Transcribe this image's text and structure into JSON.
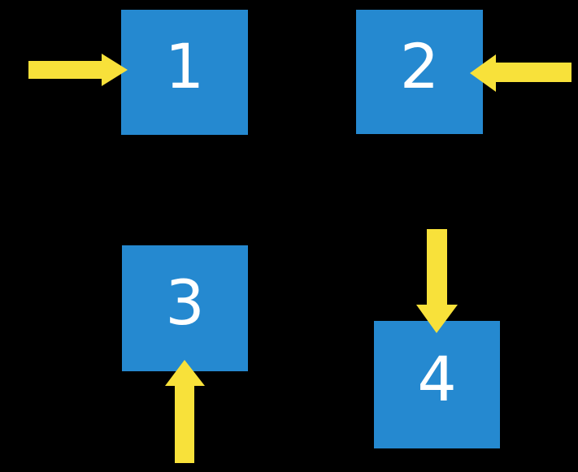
{
  "colors": {
    "background": "#000000",
    "box_fill": "#2589D0",
    "label_color": "#FFFFFF",
    "arrow_fill": "#F8E13A"
  },
  "diagram": {
    "type": "diagram",
    "boxes": [
      {
        "label": "1",
        "arrow_side": "left",
        "arrow_direction": "right"
      },
      {
        "label": "2",
        "arrow_side": "right",
        "arrow_direction": "left"
      },
      {
        "label": "3",
        "arrow_side": "bottom",
        "arrow_direction": "up"
      },
      {
        "label": "4",
        "arrow_side": "top",
        "arrow_direction": "down"
      }
    ]
  }
}
